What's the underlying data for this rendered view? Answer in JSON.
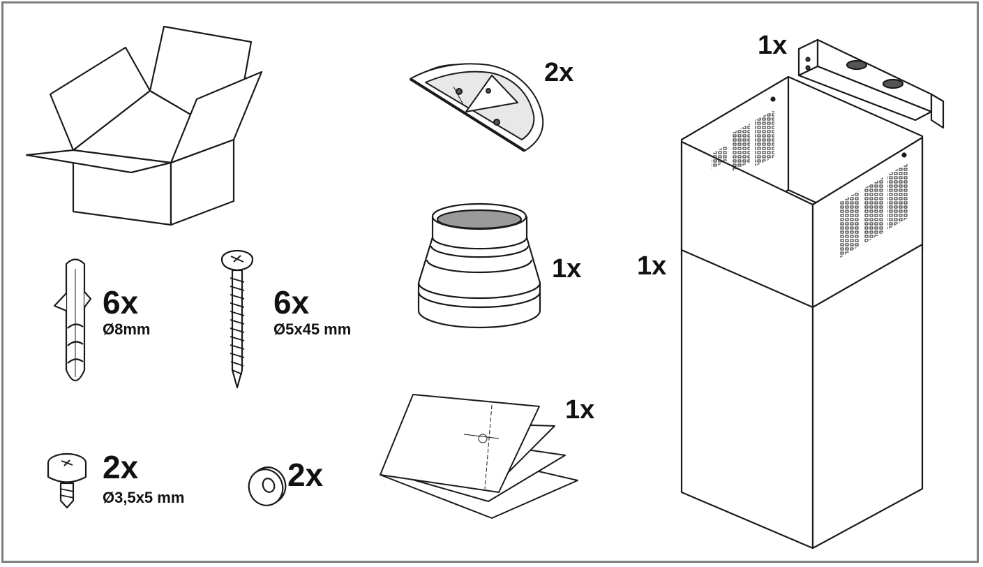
{
  "items": {
    "box": {
      "icon": "cardboard-box-icon"
    },
    "template": {
      "quantity": "2x",
      "icon": "half-round-template-icon"
    },
    "bracket": {
      "quantity": "1x",
      "icon": "mounting-bracket-icon"
    },
    "chimney": {
      "quantity": "1x",
      "icon": "chimney-duct-cover-icon"
    },
    "reducer": {
      "quantity": "1x",
      "icon": "duct-reducer-icon"
    },
    "wall_plug": {
      "quantity": "6x",
      "size": "Ø8mm",
      "icon": "wall-plug-icon"
    },
    "wood_screw": {
      "quantity": "6x",
      "size": "Ø5x45 mm",
      "icon": "wood-screw-icon"
    },
    "manual": {
      "quantity": "1x",
      "icon": "instruction-manual-icon"
    },
    "short_screw": {
      "quantity": "2x",
      "size": "Ø3,5x5 mm",
      "icon": "short-screw-icon"
    },
    "washer": {
      "quantity": "2x",
      "icon": "washer-icon"
    }
  },
  "colors": {
    "frame_border": "#7f7f7f",
    "line": "#1a1a1a",
    "background": "#ffffff"
  }
}
